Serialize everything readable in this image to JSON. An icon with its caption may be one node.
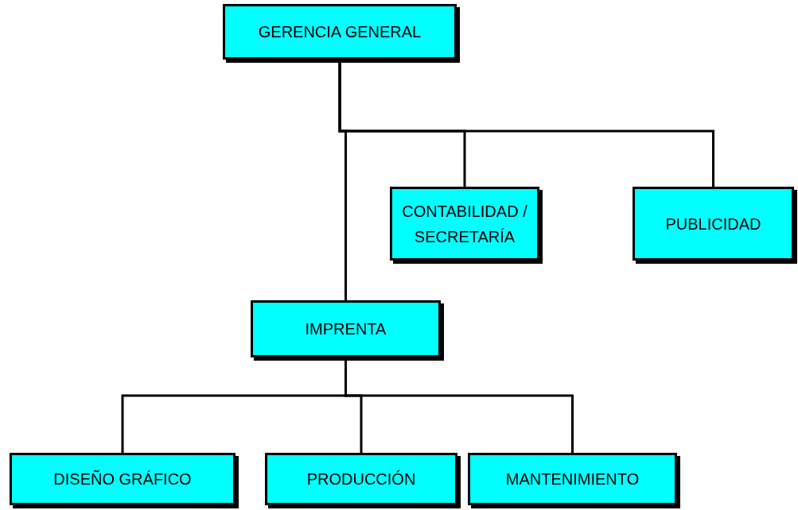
{
  "diagram": {
    "nodes": [
      {
        "text": [
          "GERENCIA GENERAL"
        ]
      },
      {
        "text": [
          "CONTABILIDAD / SECRETARÍA"
        ]
      },
      {
        "text": [
          "PUBLICIDAD"
        ]
      },
      {
        "text": [
          "IMPRENTA"
        ]
      },
      {
        "text": [
          "DISEÑO GRÁFICO"
        ]
      },
      {
        "text": [
          "PRODUCCIÓN"
        ]
      },
      {
        "text": [
          "MANTENIMIENTO"
        ]
      }
    ],
    "edges": [
      {
        "from": 0,
        "to": 1,
        "arrow": "none"
      },
      {
        "from": 0,
        "to": 2,
        "arrow": "none"
      },
      {
        "from": 0,
        "to": 3,
        "arrow": "none"
      },
      {
        "from": 3,
        "to": 4,
        "arrow": "none"
      },
      {
        "from": 3,
        "to": 5,
        "arrow": "none"
      },
      {
        "from": 3,
        "to": 6,
        "arrow": "none"
      }
    ]
  }
}
